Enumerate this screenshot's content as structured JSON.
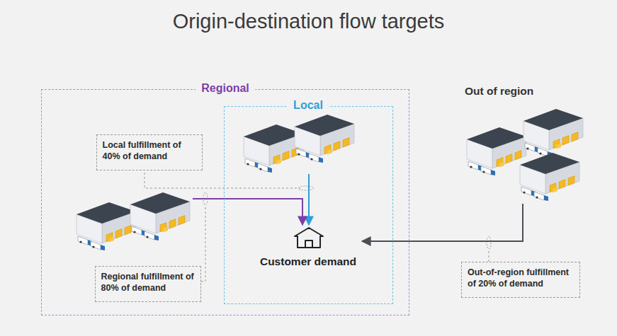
{
  "diagram": {
    "title": "Origin-destination flow targets",
    "nodes": [
      {
        "text": [
          "Regional"
        ]
      },
      {
        "text": [
          "Local"
        ],
        "in": 0
      },
      {
        "text": [
          "Local fulfillment of 40% of demand"
        ],
        "in": 0
      },
      {
        "text": [
          "Customer demand"
        ],
        "in": 1
      },
      {
        "text": [
          "Regional fulfillment of 80% of demand"
        ],
        "in": 0
      },
      {
        "text": [
          "Out of region"
        ]
      },
      {
        "text": [
          "Out-of-region fulfillment of 20% of demand"
        ]
      }
    ],
    "edges": [
      {
        "from": 5,
        "to": 3,
        "arrow": "to"
      }
    ]
  }
}
